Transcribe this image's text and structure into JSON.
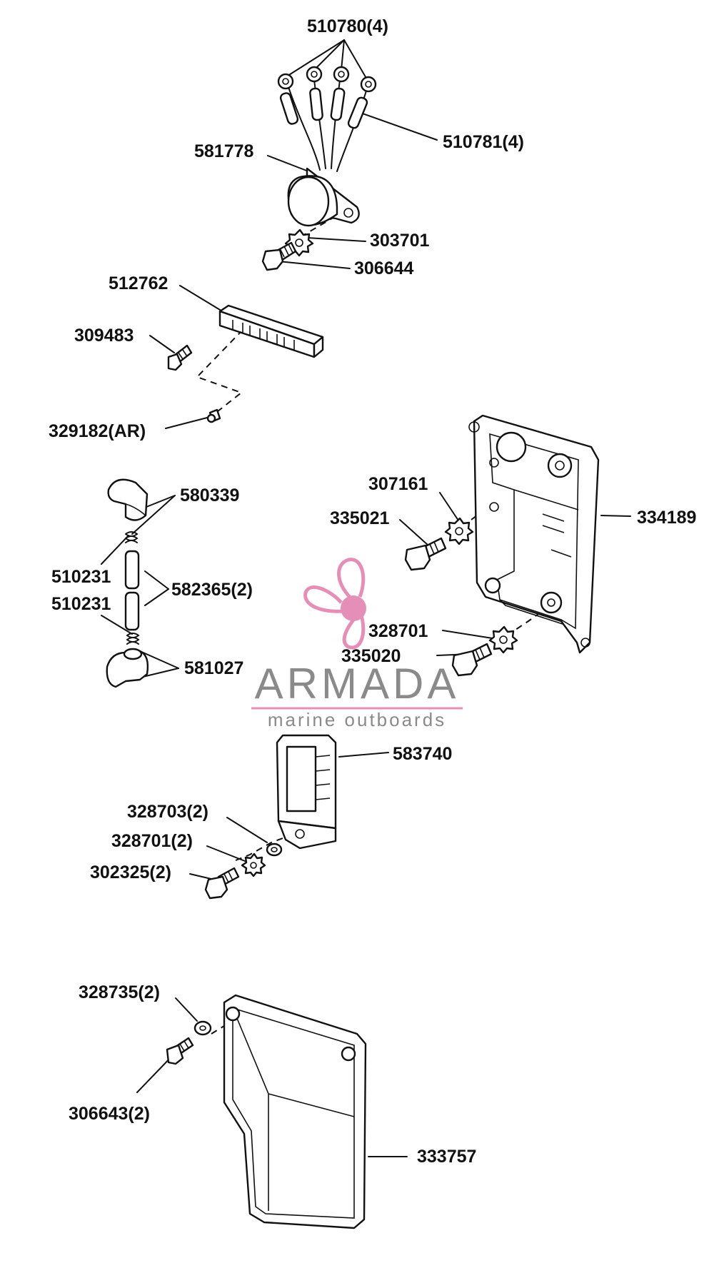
{
  "parts": [
    "510780(4)",
    "510781(4)",
    "581778",
    "303701",
    "306644",
    "512762",
    "309483",
    "329182(AR)",
    "580339",
    "510231",
    "582365(2)",
    "510231",
    "581027",
    "307161",
    "335021",
    "334189",
    "328701",
    "335020",
    "583740",
    "328703(2)",
    "328701(2)",
    "302325(2)",
    "328735(2)",
    "306643(2)",
    "333757"
  ],
  "watermark": {
    "name": "ARMADA",
    "tagline": "marine outboards",
    "name_color": "#8a8a8a",
    "accent_color": "#e58fb8"
  }
}
